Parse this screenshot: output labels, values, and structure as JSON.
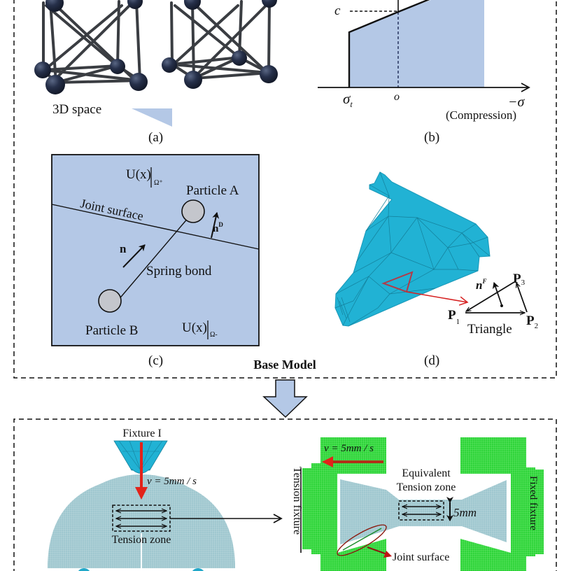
{
  "panel_a": {
    "caption": "(a)",
    "label": "3D space"
  },
  "panel_b": {
    "caption": "(b)",
    "y_tick_label": "c",
    "x_tick_tension": "σ",
    "x_tick_tension_sub": "t",
    "origin_label": "o",
    "x_axis_label": "−σ",
    "x_axis_sublabel": "(Compression)"
  },
  "panel_c": {
    "caption": "(c)",
    "field_upper": "U(x)",
    "field_upper_sub": "Ω⁺",
    "field_lower": "U(x)",
    "field_lower_sub": "Ω-",
    "particle_a": "Particle A",
    "particle_b": "Particle B",
    "joint_surface": "Joint surface",
    "spring_bond": "Spring bond",
    "normal_n": "n",
    "normal_nd": "n",
    "normal_nd_sup": "D"
  },
  "panel_d": {
    "caption": "(d)",
    "normal_nf": "n",
    "normal_nf_sup": "F",
    "p1": "P",
    "p1_sub": "1",
    "p2": "P",
    "p2_sub": "2",
    "p3": "P",
    "p3_sub": "3",
    "triangle": "Triangle"
  },
  "base_model_title": "Base Model",
  "bottom_left": {
    "fixture_label": "Fixture I",
    "velocity": "v = 5mm / s",
    "tension_zone": "Tension zone"
  },
  "bottom_right": {
    "velocity": "v = 5mm / s",
    "equivalent_line1": "Equivalent",
    "equivalent_line2": "Tension zone",
    "width_label": "5mm",
    "tension_fixture": "Tension fixture",
    "fixed_fixture": "Fixed fixture",
    "joint_surface": "Joint surface"
  },
  "colors": {
    "panel_fill": "#b4c8e6",
    "mesh_cyan": "#21b2d4",
    "specimen": "#9fc7cf",
    "fixture_green": "#2fd43a",
    "red_arrow": "#e2231a",
    "dark_red": "#8b1a10",
    "atom": "#25304a",
    "strut": "#3a3d42"
  }
}
